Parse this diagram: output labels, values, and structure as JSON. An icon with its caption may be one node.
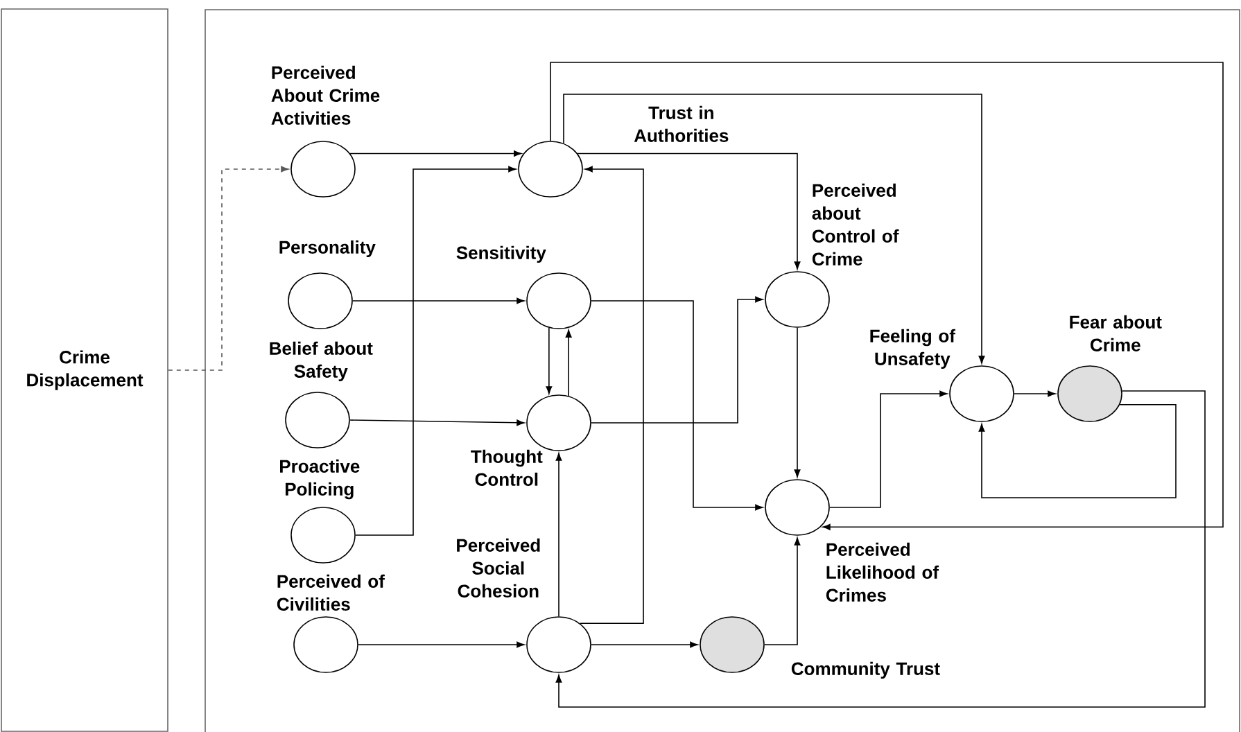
{
  "diagram": {
    "nodes": [
      {
        "text": [
          "Crime Displacement"
        ]
      },
      {
        "text": [
          "Perceived About Crime Activities"
        ]
      },
      {
        "text": [
          "Trust in Authorities"
        ]
      },
      {
        "text": [
          "Personality"
        ]
      },
      {
        "text": [
          "Sensitivity"
        ]
      },
      {
        "text": [
          "Belief about Safety"
        ]
      },
      {
        "text": [
          "Thought Control"
        ]
      },
      {
        "text": [
          "Proactive Policing"
        ]
      },
      {
        "text": [
          "Perceived about Control of Crime"
        ]
      },
      {
        "text": [
          "Feeling of Unsafety"
        ]
      },
      {
        "text": [
          "Fear about Crime"
        ]
      },
      {
        "text": [
          "Perceived of Civilities"
        ]
      },
      {
        "text": [
          "Perceived Social Cohesion"
        ]
      },
      {
        "text": [
          "Community Trust"
        ]
      },
      {
        "text": [
          "Perceived Likelihood of Crimes"
        ]
      }
    ],
    "edges": [
      {
        "from": 0,
        "to": 1,
        "arrow": "to",
        "style": "dashed"
      },
      {
        "from": 1,
        "to": 2,
        "arrow": "to"
      },
      {
        "from": 7,
        "to": 2,
        "arrow": "to"
      },
      {
        "from": 12,
        "to": 2,
        "arrow": "to"
      },
      {
        "from": 2,
        "to": 8,
        "arrow": "to"
      },
      {
        "from": 2,
        "to": 9,
        "arrow": "to"
      },
      {
        "from": 2,
        "to": 14,
        "arrow": "to"
      },
      {
        "from": 3,
        "to": 4,
        "arrow": "to"
      },
      {
        "from": 4,
        "to": 14,
        "arrow": "to"
      },
      {
        "from": 4,
        "to": 6,
        "arrow": "to"
      },
      {
        "from": 6,
        "to": 4,
        "arrow": "to"
      },
      {
        "from": 5,
        "to": 6,
        "arrow": "to"
      },
      {
        "from": 6,
        "to": 8,
        "arrow": "to"
      },
      {
        "from": 11,
        "to": 12,
        "arrow": "to"
      },
      {
        "from": 12,
        "to": 6,
        "arrow": "to"
      },
      {
        "from": 12,
        "to": 13,
        "arrow": "to"
      },
      {
        "from": 13,
        "to": 14,
        "arrow": "to"
      },
      {
        "from": 8,
        "to": 14,
        "arrow": "to"
      },
      {
        "from": 14,
        "to": 9,
        "arrow": "to"
      },
      {
        "from": 9,
        "to": 10,
        "arrow": "to"
      },
      {
        "from": 10,
        "to": 9,
        "arrow": "to"
      },
      {
        "from": 10,
        "to": 12,
        "arrow": "to"
      }
    ]
  }
}
